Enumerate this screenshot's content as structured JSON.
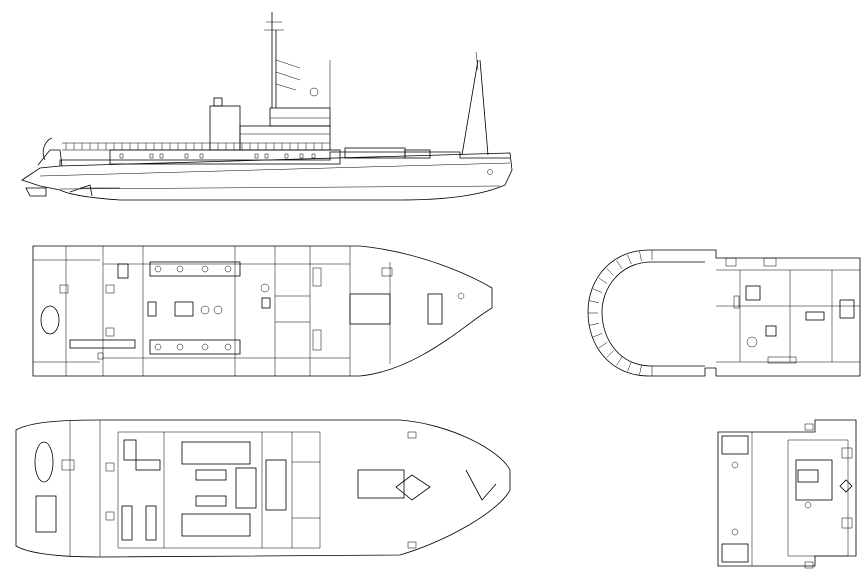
{
  "drawing": {
    "title": "",
    "stroke_color": "#000000",
    "background_color": "#ffffff",
    "views": [
      {
        "id": "side-elevation"
      },
      {
        "id": "main-deck-plan"
      },
      {
        "id": "lower-deck-plan"
      },
      {
        "id": "bridge-deck-plan"
      },
      {
        "id": "wheelhouse-top-plan"
      }
    ]
  }
}
